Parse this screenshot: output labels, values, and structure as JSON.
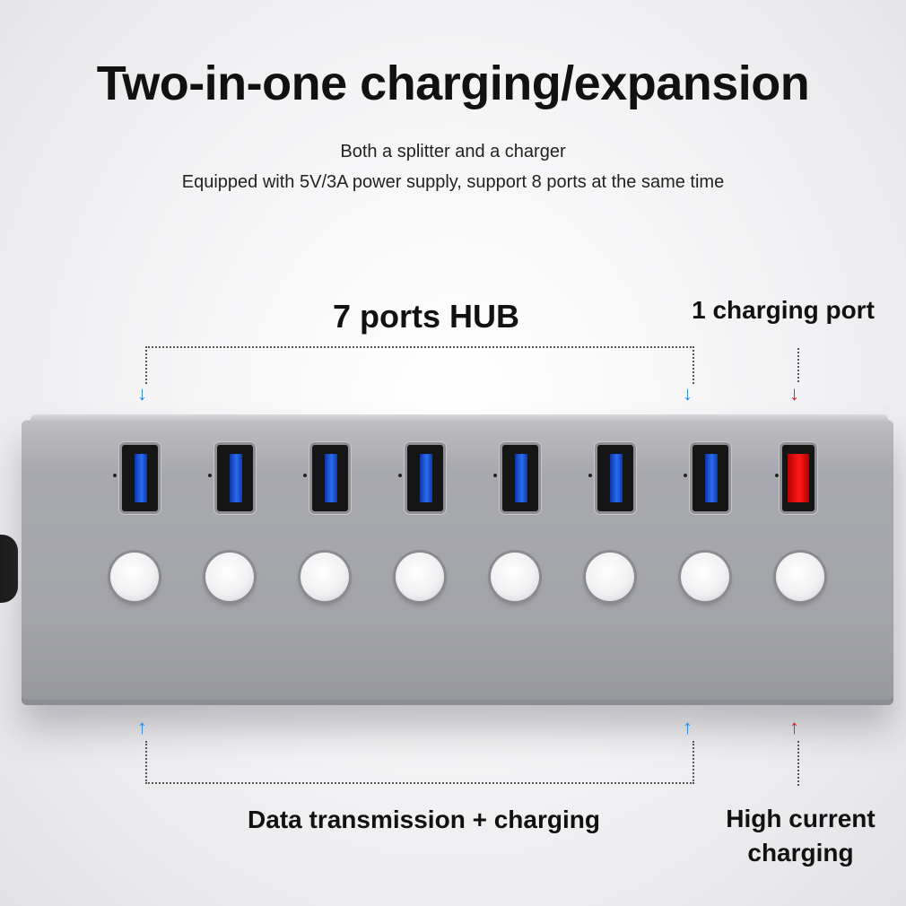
{
  "heading": {
    "title": "Two-in-one charging/expansion",
    "line1": "Both a splitter and a charger",
    "line2": "Equipped with 5V/3A power supply, support 8 ports at the same time"
  },
  "labels": {
    "hub": "7 ports HUB",
    "charging_port": "1 charging port",
    "data": "Data transmission + charging",
    "high_current_1": "High current",
    "high_current_2": "charging"
  },
  "arrows": {
    "down": "↓",
    "up": "↑"
  },
  "colors": {
    "data_port": "#2b6cf0",
    "charging_port": "#ff1a1a",
    "data_arrow": "#2a8ae0",
    "charging_arrow": "#e01818"
  },
  "ports": [
    {
      "type": "data"
    },
    {
      "type": "data"
    },
    {
      "type": "data"
    },
    {
      "type": "data"
    },
    {
      "type": "data"
    },
    {
      "type": "data"
    },
    {
      "type": "data"
    },
    {
      "type": "charging"
    }
  ]
}
